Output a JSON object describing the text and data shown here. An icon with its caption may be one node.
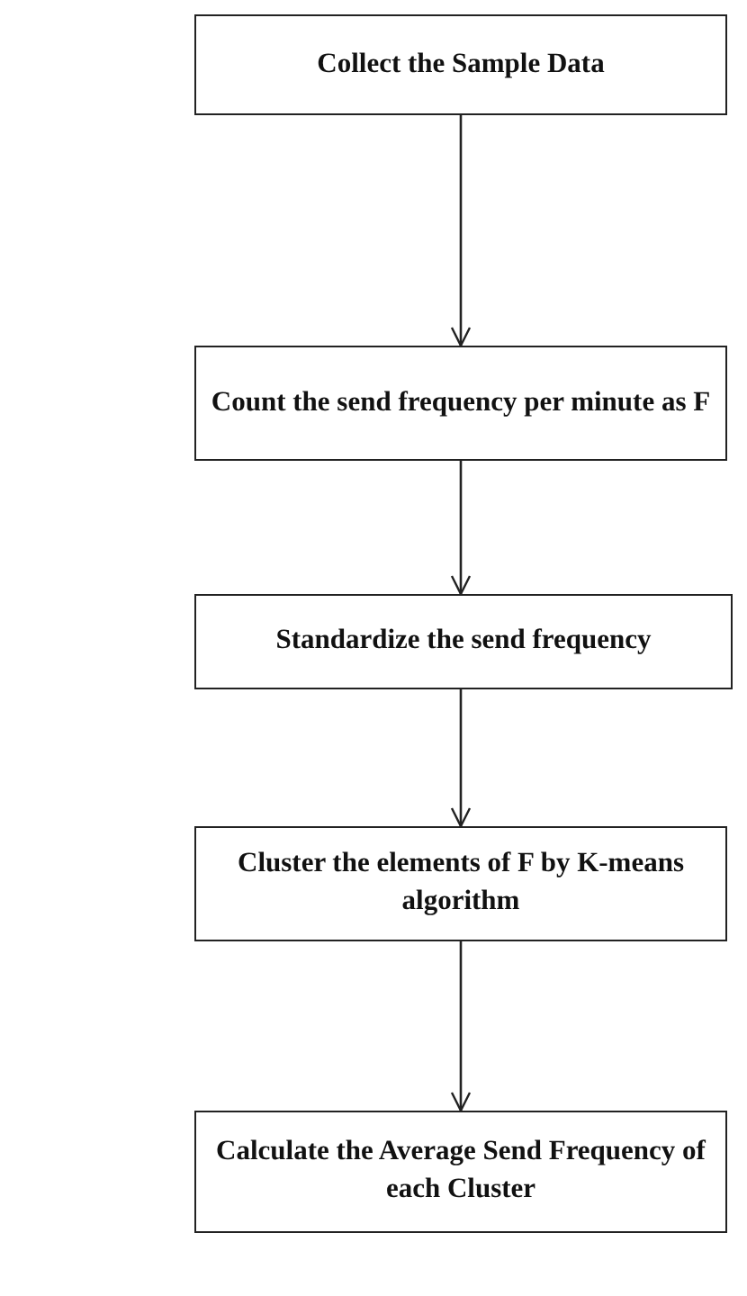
{
  "diagram": {
    "nodes": [
      {
        "text": [
          "Collect the Sample Data"
        ]
      },
      {
        "text": [
          "Count the send frequency per minute as F"
        ]
      },
      {
        "text": [
          "Standardize the send frequency"
        ]
      },
      {
        "text": [
          "Cluster the elements of F by K-means algorithm"
        ]
      },
      {
        "text": [
          "Calculate the Average Send Frequency of each Cluster"
        ]
      }
    ],
    "edges": [
      {
        "from": 0,
        "to": 1,
        "arrow": "to"
      },
      {
        "from": 1,
        "to": 2,
        "arrow": "to"
      },
      {
        "from": 2,
        "to": 3,
        "arrow": "to"
      },
      {
        "from": 3,
        "to": 4,
        "arrow": "to"
      }
    ]
  }
}
